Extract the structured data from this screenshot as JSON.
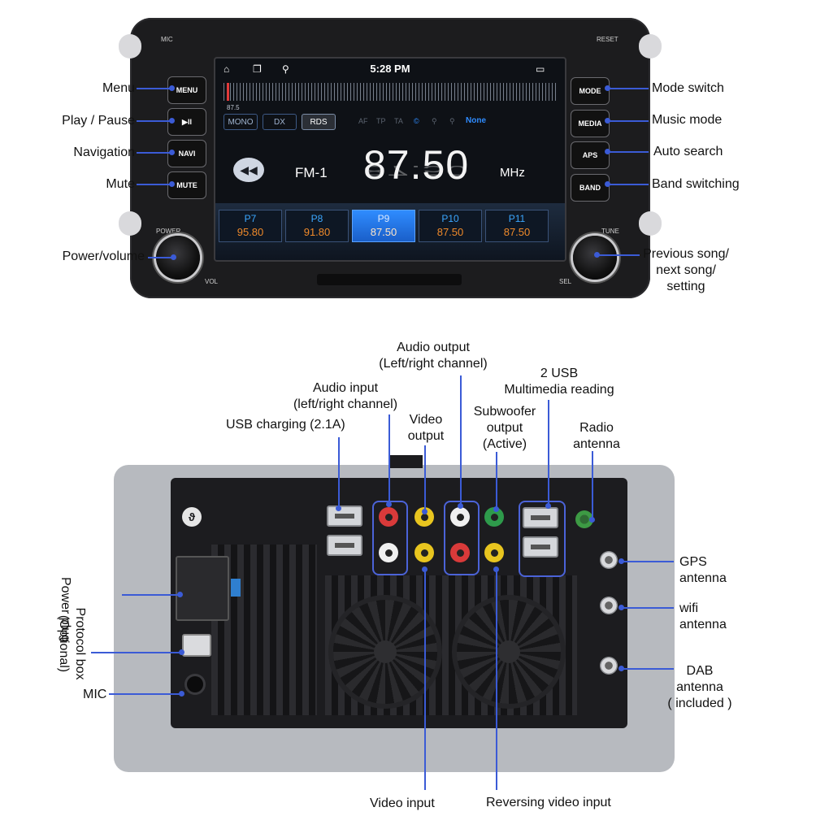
{
  "front": {
    "mic_text": "MIC",
    "reset_text": "RESET",
    "power_text": "POWER",
    "vol_text": "VOL",
    "tune_text": "TUNE",
    "sel_text": "SEL",
    "left_buttons": [
      "MENU",
      "▶II",
      "NAVI",
      "MUTE"
    ],
    "right_buttons": [
      "MODE",
      "MEDIA",
      "APS",
      "BAND"
    ],
    "screen": {
      "time": "5:28 PM",
      "freq_min": "87.5",
      "mode_chips": [
        "MONO",
        "DX",
        "RDS"
      ],
      "rds_flags": [
        "AF",
        "TP",
        "TA"
      ],
      "rds_none": "None",
      "band": "FM-1",
      "frequency": "87.50",
      "unit": "MHz",
      "presets": [
        {
          "name": "P7",
          "freq": "95.80"
        },
        {
          "name": "P8",
          "freq": "91.80"
        },
        {
          "name": "P9",
          "freq": "87.50"
        },
        {
          "name": "P10",
          "freq": "87.50"
        },
        {
          "name": "P11",
          "freq": "87.50"
        }
      ],
      "active_preset": 2
    }
  },
  "front_labels": {
    "menu": "Menu",
    "play_pause": "Play / Pause",
    "navigation": "Navigation",
    "mute": "Mute",
    "power_volume": "Power/volume",
    "mode_switch": "Mode switch",
    "music_mode": "Music mode",
    "auto_search": "Auto search",
    "band_switching": "Band switching",
    "prev_next_1": "Previous song/",
    "prev_next_2": "next song/",
    "prev_next_3": "setting"
  },
  "rear_labels": {
    "audio_output_1": "Audio output",
    "audio_output_2": "(Left/right channel)",
    "usb2_1": "2 USB",
    "usb2_2": "Multimedia reading",
    "audio_input_1": "Audio input",
    "audio_input_2": "(left/right channel)",
    "usb_charging": "USB charging (2.1A)",
    "video_output_1": "Video",
    "video_output_2": "output",
    "subwoofer_1": "Subwoofer",
    "subwoofer_2": "output",
    "subwoofer_3": "(Active)",
    "radio_ant_1": "Radio",
    "radio_ant_2": "antenna",
    "gps_1": "GPS",
    "gps_2": "antenna",
    "wifi_1": "wifi",
    "wifi_2": "antenna",
    "dab_1": "DAB",
    "dab_2": "antenna",
    "dab_3": "( included )",
    "power_plug": "Power plug",
    "protocol_1": "Protocol box",
    "protocol_2": "(Optional)",
    "mic": "MIC",
    "video_input": "Video input",
    "reversing_video": "Reversing video input"
  },
  "colors": {
    "callout_line": "#3b5bd6",
    "screen_accent": "#2f8cff",
    "preset_freq": "#f08a2a",
    "rca_red": "#d93a3a",
    "rca_yellow": "#e8c51f",
    "rca_white": "#f0f0f0",
    "rca_green": "#2e9a4b"
  }
}
